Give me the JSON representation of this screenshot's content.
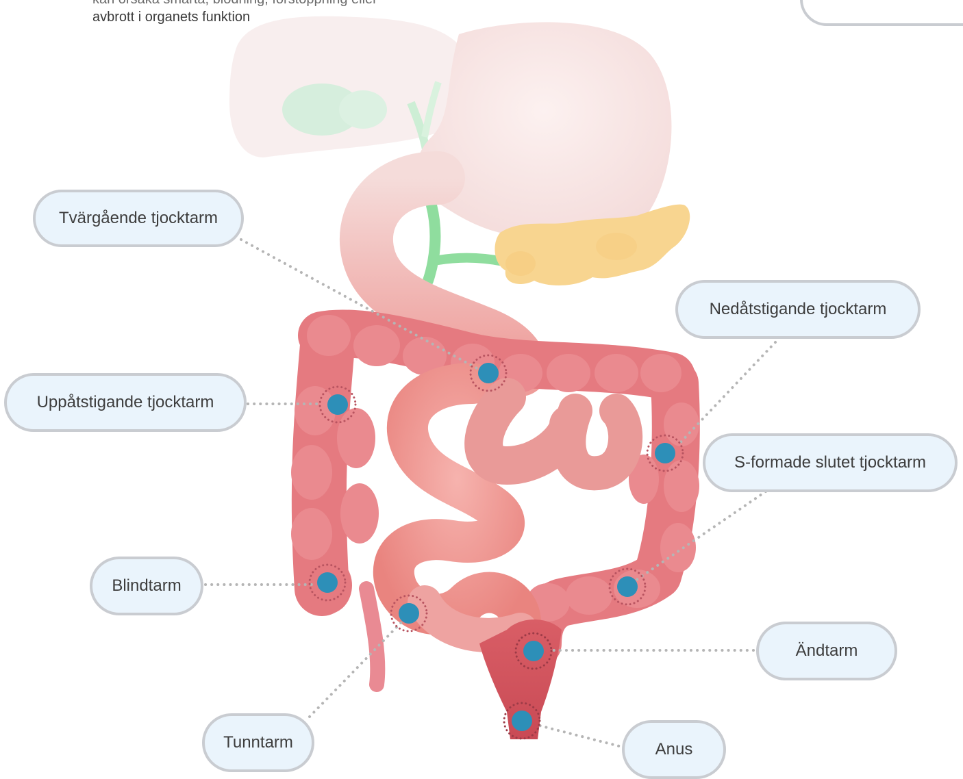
{
  "intro": {
    "line1_partial": "kan orsaka smärta, blödning, förstoppning eller",
    "line2": "avbrott i organets funktion"
  },
  "labels": {
    "transverse_colon": "Tvärgående tjocktarm",
    "ascending_colon": "Uppåtstigande tjocktarm",
    "descending_colon": "Nedåtstigande tjocktarm",
    "sigmoid_colon": "S-formade slutet tjocktarm",
    "cecum": "Blindtarm",
    "rectum": "Ändtarm",
    "small_intestine": "Tunntarm",
    "anus": "Anus"
  },
  "colors": {
    "marker": "#2d8fb8",
    "colon": "#e57a80",
    "small_intestine": "#f09a98",
    "stomach_faded": "#f8e4e3",
    "liver_faded": "#f7ecec",
    "gallbladder": "#d6eedd",
    "bile_duct": "#9fe0aa",
    "pancreas": "#f8d590",
    "label_bg": "#eaf4fc",
    "label_border": "#c9ccd1",
    "leader": "#b5b5b5"
  }
}
